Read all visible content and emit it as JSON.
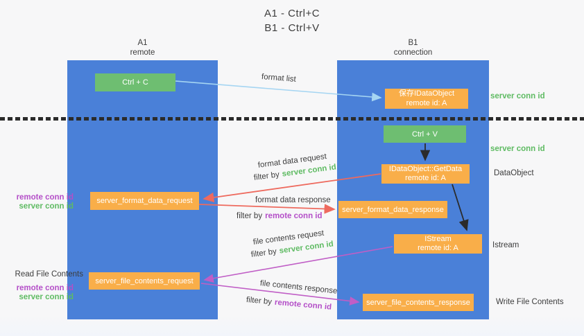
{
  "title": {
    "line1": "A1 - Ctrl+C",
    "line2": "B1 - Ctrl+V"
  },
  "lanes": {
    "left": {
      "title": "A1",
      "subtitle": "remote"
    },
    "right": {
      "title": "B1",
      "subtitle": "connection"
    }
  },
  "nodes": {
    "ctrl_c": {
      "label": "Ctrl + C"
    },
    "save_idataobject": {
      "line1": "保存IDataObject",
      "line2": "remote id: A"
    },
    "ctrl_v": {
      "label": "Ctrl + V"
    },
    "idataobject_getdata": {
      "line1": "IDataObject::GetData",
      "line2": "remote id: A"
    },
    "server_format_data_request": {
      "label": "server_format_data_request"
    },
    "server_format_data_response": {
      "label": "server_format_data_response"
    },
    "istream": {
      "line1": "IStream",
      "line2": "remote id: A"
    },
    "server_file_contents_request": {
      "label": "server_file_contents_request"
    },
    "server_file_contents_response": {
      "label": "server_file_contents_response"
    }
  },
  "arrow_labels": {
    "format_list": "format list",
    "format_data_request": "format data request",
    "format_data_response": "format data response",
    "file_contents_request": "file contents request",
    "file_contents_response": "file contents response",
    "filter_prefix": "filter by"
  },
  "conn_ids": {
    "server": "server conn id",
    "remote": "remote conn id"
  },
  "side_labels": {
    "dataobject": "DataObject",
    "istream": "Istream",
    "write_file_contents": "Write File Contents",
    "read_file_contents": "Read File Contents"
  },
  "colors": {
    "lane_blue": "#4a80d8",
    "node_orange": "#f9ae49",
    "node_green": "#6ebe71",
    "green_text": "#5fbb63",
    "purple_text": "#b44fc8",
    "arrow_red": "#ee6a5e",
    "arrow_magenta": "#c05ec6",
    "arrow_lightblue": "#a5d5f2",
    "arrow_black": "#2b2b2b"
  }
}
